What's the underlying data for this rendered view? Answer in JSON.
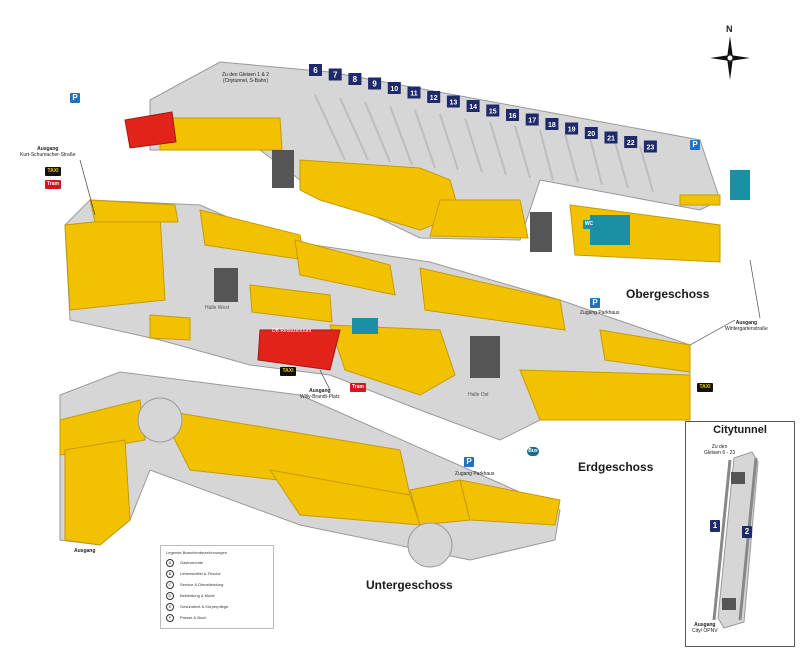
{
  "floors": {
    "upper": "Obergeschoss",
    "ground": "Erdgeschoss",
    "lower": "Untergeschoss"
  },
  "compass": {
    "north": "N"
  },
  "tracks": [
    "6",
    "7",
    "8",
    "9",
    "10",
    "11",
    "12",
    "13",
    "14",
    "15",
    "16",
    "17",
    "18",
    "19",
    "20",
    "21",
    "22",
    "23"
  ],
  "notes": {
    "to_tracks_1_2_line1": "Zu den Gleisen 1 & 2",
    "to_tracks_1_2_line2": "(Citytunnel, S-Bahn)",
    "exit_left_word": "Ausgang",
    "exit_left_street": "Kurt-Schumacher-Straße",
    "exit_right_word": "Ausgang",
    "exit_right_street": "Wintergartenstraße",
    "exit_center_word": "Ausgang",
    "exit_center_street": "Willy-Brandt-Platz",
    "exit_lower": "Ausgang",
    "parking_upper": "Zugang Parkhaus",
    "parking_ground": "Zugang Parkhaus",
    "hall_west": "Halle West",
    "hall_east": "Halle Ost",
    "db_restaurant": "DB Reisezentrum"
  },
  "transport": {
    "taxi": "TAXI",
    "tram": "Tram",
    "bus": "Bus",
    "parking_symbol": "P",
    "wc": "WC"
  },
  "legend": {
    "title": "Legende Branchenbezeichnungen",
    "items": [
      {
        "key": "A",
        "label": "Gastronomie"
      },
      {
        "key": "B",
        "label": "Lebensmittel & Frische"
      },
      {
        "key": "C",
        "label": "Service & Dienstleistung"
      },
      {
        "key": "D",
        "label": "Bekleidung & Mode"
      },
      {
        "key": "E",
        "label": "Gesundheit & Körperpflege"
      },
      {
        "key": "F",
        "label": "Presse & Buch"
      }
    ]
  },
  "citytunnel": {
    "title": "Citytunnel",
    "to_tracks_line1": "Zu den",
    "to_tracks_line2": "Gleisen 6 - 23",
    "track_1": "1",
    "track_2": "2",
    "exit_line1": "Ausgang",
    "exit_line2": "City/ ÖPNV"
  },
  "colors": {
    "shop": "#f2c200",
    "shop_shadow": "#c79a00",
    "floor": "#d6d6d6",
    "floor_edge": "#9a9a9a",
    "track_sign": "#1f2a6b",
    "service_red": "#e2231a",
    "teal": "#1b8fa3",
    "parking_blue": "#1e73be"
  }
}
